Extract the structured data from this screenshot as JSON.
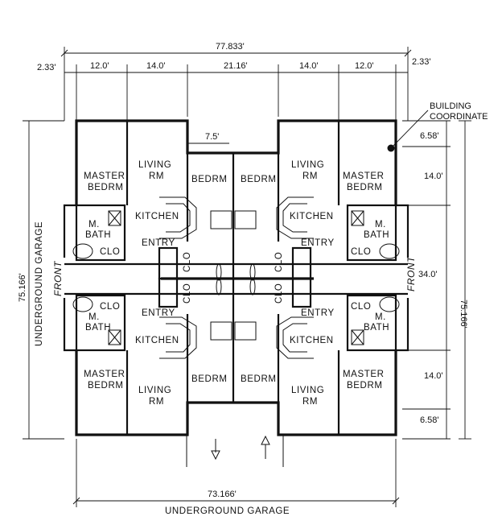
{
  "dimensions": {
    "overall_width": "77.833'",
    "left_offset": "2.33'",
    "right_offset": "2.33'",
    "seg_1": "12.0'",
    "seg_2": "14.0'",
    "seg_3": "21.16'",
    "seg_4": "14.0'",
    "seg_5": "12.0'",
    "notch": "7.5'",
    "right_top": "6.58'",
    "right_upper": "14.0'",
    "right_middle": "34.0'",
    "right_lower": "14.0'",
    "right_bottom": "6.58'",
    "overall_height_right": "75.166'",
    "overall_height_left": "75.166'",
    "bottom_width": "73.166'"
  },
  "labels": {
    "building_coordinate": [
      "BUILDING",
      "COORDINATE"
    ],
    "underground_garage_bottom": "UNDERGROUND GARAGE",
    "underground_garage_left": "UNDERGROUND GARAGE",
    "front": "FRONT"
  },
  "rooms": {
    "master": [
      "MASTER",
      "BEDRM"
    ],
    "living": [
      "LIVING",
      "RM"
    ],
    "bedrm": "BEDRM",
    "kitchen": "KITCHEN",
    "entry": "ENTRY",
    "m_bath": [
      "M.",
      "BATH"
    ],
    "clo": "CLO"
  },
  "colors": {
    "ink": "#111111",
    "paper": "#ffffff"
  }
}
